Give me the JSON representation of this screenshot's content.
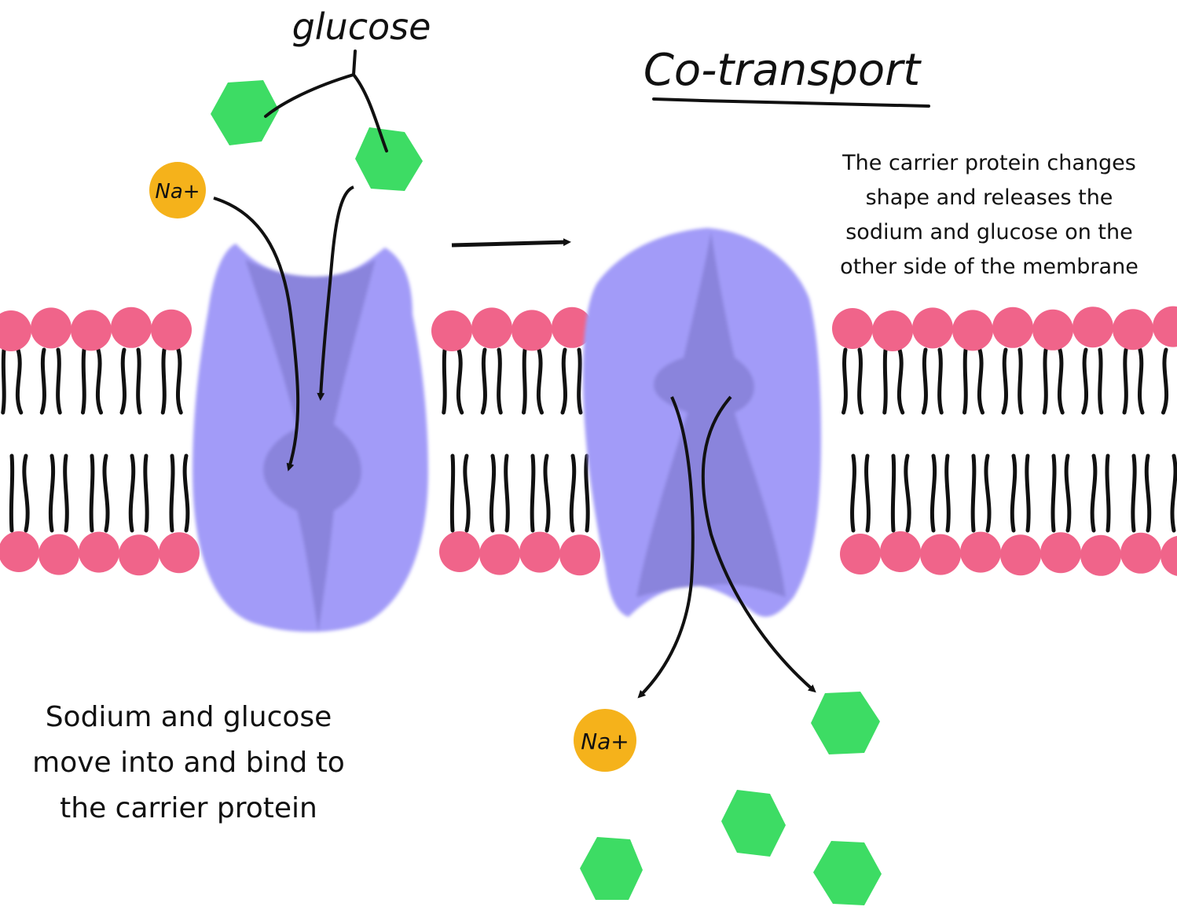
{
  "title": "Co-transport",
  "labels": {
    "glucose": "glucose",
    "sodium_ion": "Na+"
  },
  "captions": {
    "step1_lines": [
      "Sodium and glucose",
      "move into and bind to",
      "the carrier protein"
    ],
    "step2_lines": [
      "The carrier protein changes",
      "shape and releases the",
      "sodium and glucose on the",
      "other side of the membrane"
    ]
  },
  "colors": {
    "phospholipid_head": "#f0648a",
    "carrier_protein": "#a29bf8",
    "carrier_channel": "#8a84dc",
    "glucose": "#3ddc64",
    "sodium": "#f5b21b",
    "arrow": "#111111"
  }
}
